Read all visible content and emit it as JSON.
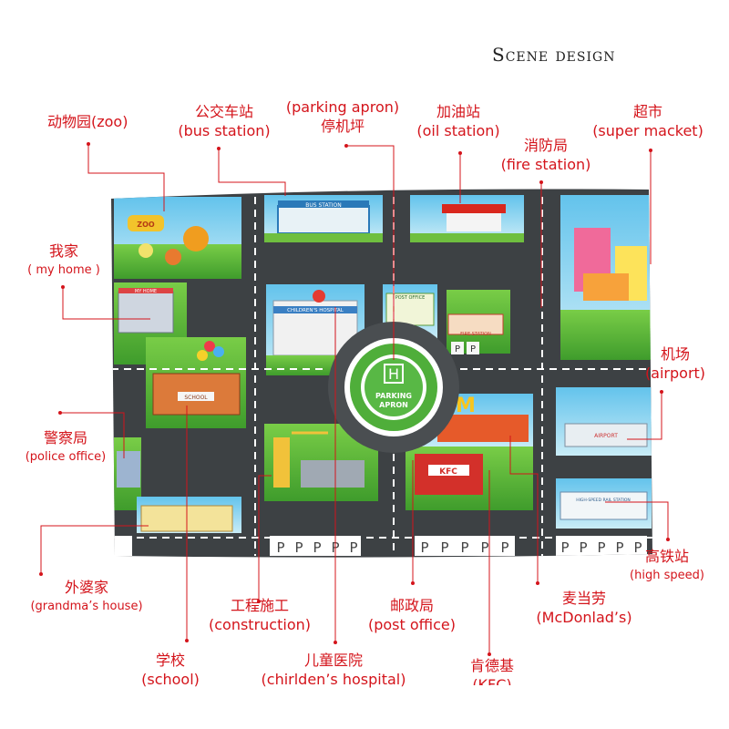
{
  "title": "Scene design",
  "labels": {
    "zoo": {
      "cn": "动物园(zoo)"
    },
    "bus_station": {
      "cn": "公交车站",
      "en": "(bus station)"
    },
    "parking_apron": {
      "en": "(parking apron)",
      "cn": "停机坪"
    },
    "oil_station": {
      "cn": "加油站",
      "en": "(oil station)"
    },
    "fire_station": {
      "cn": "消防局",
      "en": "(fire station)"
    },
    "supermarket": {
      "cn": "超市",
      "en": "(super macket)"
    },
    "my_home": {
      "cn": "我家",
      "en": "( my home )"
    },
    "airport": {
      "cn": "机场",
      "en": "(airport)"
    },
    "police_office": {
      "cn": "警察局",
      "en": "(police office)"
    },
    "high_speed": {
      "cn": "高铁站",
      "en": "(high speed)"
    },
    "grandma_house": {
      "cn": "外婆家",
      "en": "(grandma’s house)"
    },
    "mcdonalds": {
      "cn": "麦当劳",
      "en": "(McDonlad’s)"
    },
    "construction": {
      "cn": "工程施工",
      "en": "(construction)"
    },
    "post_office": {
      "cn": "邮政局",
      "en": "(post office)"
    },
    "school": {
      "cn": "学校",
      "en": "(school)"
    },
    "childrens_hospital": {
      "cn": "儿童医院",
      "en": "(chirlden’s hospital)"
    },
    "kfc": {
      "cn": "肯德基",
      "en": "(KFC)"
    }
  },
  "mat_text": {
    "bus_station_sign": "BUS STATION",
    "hospital_sign": "CHILDREN'S HOSPITAL",
    "post_office_sign": "POST OFFICE",
    "fire_station_sign": "FIRE STATION",
    "school_sign": "SCHOOL",
    "my_home_sign": "MY HOME",
    "helipad_letter": "H",
    "helipad_line1": "PARKING",
    "helipad_line2": "APRON",
    "kfc_sign": "KFC",
    "rail_sign": "HIGH-SPEED RAIL STATION",
    "airport_sign": "AIRPORT",
    "zoo_sign": "ZOO",
    "parking_letter": "P"
  },
  "colors": {
    "label_red": "#d4141b",
    "road": "#5a5d60",
    "grass": "#4fb83a",
    "sky": "#8fd4f0",
    "leader_line": "#d4141b"
  }
}
